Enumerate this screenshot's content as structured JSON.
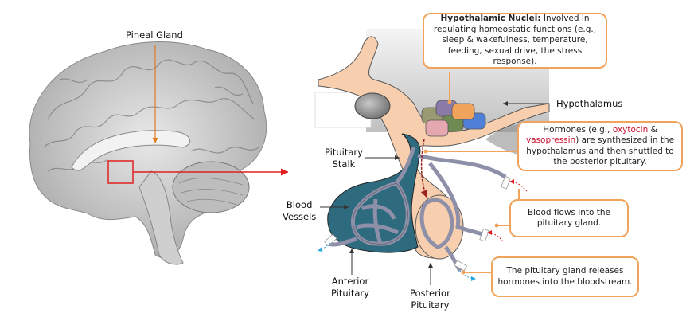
{
  "labels": {
    "pineal_gland": "Pineal Gland",
    "hypothalamus": "Hypothalamus",
    "pituitary_stalk": [
      "Pituitary",
      "Stalk"
    ],
    "blood_vessels": [
      "Blood",
      "Vessels"
    ],
    "anterior_pituitary": [
      "Anterior",
      "Pituitary"
    ],
    "posterior_pituitary": [
      "Posterior",
      "Pituitary"
    ]
  },
  "callouts": {
    "hypothalamic_nuclei": {
      "title": "Hypothalamic Nuclei:",
      "text": " Involved in regulating homeostatic functions (e.g., sleep & wakefulness, temperature, feeding, sexual drive, the stress response)."
    },
    "hormones": {
      "part1": "Hormones (e.g., ",
      "oxytocin": "oxytocin",
      "part2": " & ",
      "vasopressin": "vasopressin",
      "part3": ") are synthesized in the hypothalamus and then shuttled to the posterior pituitary."
    },
    "blood_flow": "Blood flows into the pituitary gland.",
    "release": "The pituitary gland releases hormones into the bloodstream."
  },
  "colors": {
    "callout_border": "#f0a35a",
    "highlight_red": "#c8102e",
    "anterior_teal": "#2f6b7e",
    "tissue_peach": "#f7cfae",
    "vessel_gray": "#8e8fa8",
    "nuclei": [
      "#8a7aa8",
      "#f0a35a",
      "#9a9a72",
      "#6f8a52",
      "#4f7fd6",
      "#e6a8b0"
    ]
  }
}
